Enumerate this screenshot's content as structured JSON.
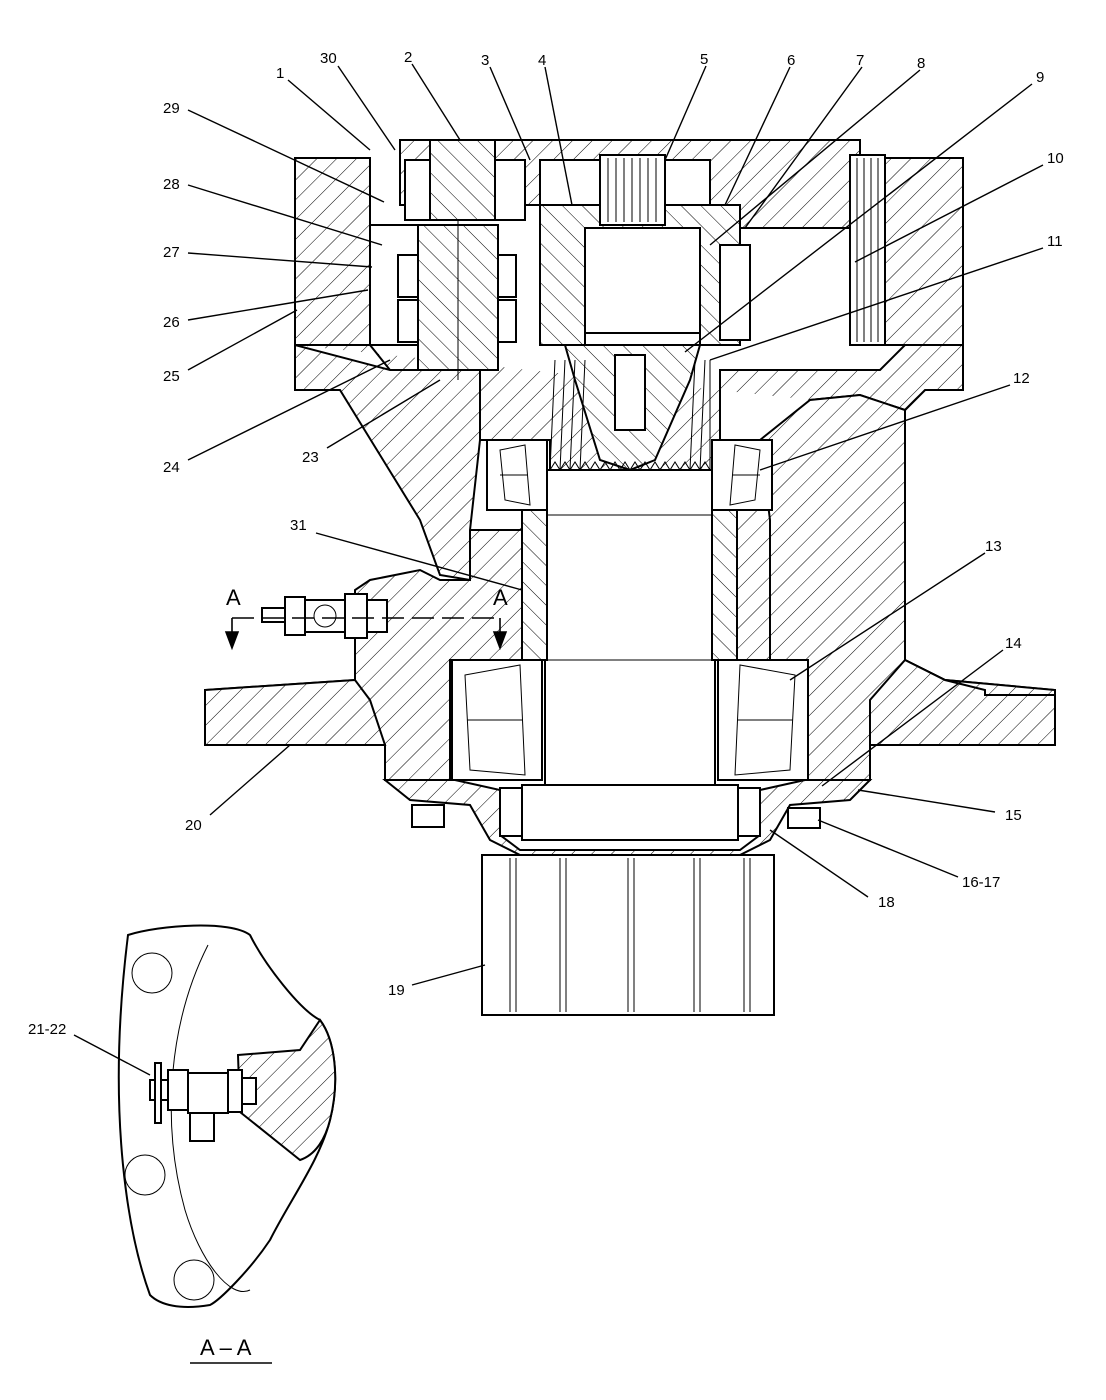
{
  "section_label": "A – A",
  "section_mark": "A",
  "callouts": [
    {
      "id": "c1",
      "text": "1"
    },
    {
      "id": "c2",
      "text": "2"
    },
    {
      "id": "c3",
      "text": "3"
    },
    {
      "id": "c4",
      "text": "4"
    },
    {
      "id": "c5",
      "text": "5"
    },
    {
      "id": "c6",
      "text": "6"
    },
    {
      "id": "c7",
      "text": "7"
    },
    {
      "id": "c8",
      "text": "8"
    },
    {
      "id": "c9",
      "text": "9"
    },
    {
      "id": "c10",
      "text": "10"
    },
    {
      "id": "c11",
      "text": "11"
    },
    {
      "id": "c12",
      "text": "12"
    },
    {
      "id": "c13",
      "text": "13"
    },
    {
      "id": "c14",
      "text": "14"
    },
    {
      "id": "c15",
      "text": "15"
    },
    {
      "id": "c16",
      "text": "16-17"
    },
    {
      "id": "c18",
      "text": "18"
    },
    {
      "id": "c19",
      "text": "19"
    },
    {
      "id": "c20",
      "text": "20"
    },
    {
      "id": "c21",
      "text": "21-22"
    },
    {
      "id": "c23",
      "text": "23"
    },
    {
      "id": "c24",
      "text": "24"
    },
    {
      "id": "c25",
      "text": "25"
    },
    {
      "id": "c26",
      "text": "26"
    },
    {
      "id": "c27",
      "text": "27"
    },
    {
      "id": "c28",
      "text": "28"
    },
    {
      "id": "c29",
      "text": "29"
    },
    {
      "id": "c30",
      "text": "30"
    },
    {
      "id": "c31",
      "text": "31"
    }
  ]
}
